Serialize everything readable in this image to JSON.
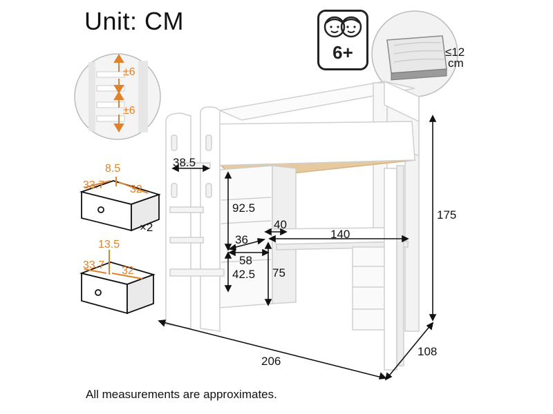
{
  "header": {
    "unit_label": "Unit: CM"
  },
  "badge": {
    "age": "6+"
  },
  "mattress": {
    "thickness_line1": "≤12",
    "thickness_line2": "cm"
  },
  "ladder_detail": {
    "adjust_top": "±6",
    "adjust_bottom": "±6"
  },
  "drawer_small": {
    "height": "8.5",
    "width": "33.7",
    "depth": "32",
    "count": "×2"
  },
  "drawer_large": {
    "height": "13.5",
    "width": "33.7",
    "depth": "32"
  },
  "dimensions": {
    "ladder_width": "38.5",
    "shelf_height": "92.5",
    "desk_gap": "40",
    "desk_length": "140",
    "shelf_depth": "36",
    "desk_depth": "58",
    "lower_height": "42.5",
    "desk_height": "75",
    "bed_height": "175",
    "bed_length": "206",
    "bed_width": "108"
  },
  "footer": {
    "note": "All measurements are approximates."
  }
}
